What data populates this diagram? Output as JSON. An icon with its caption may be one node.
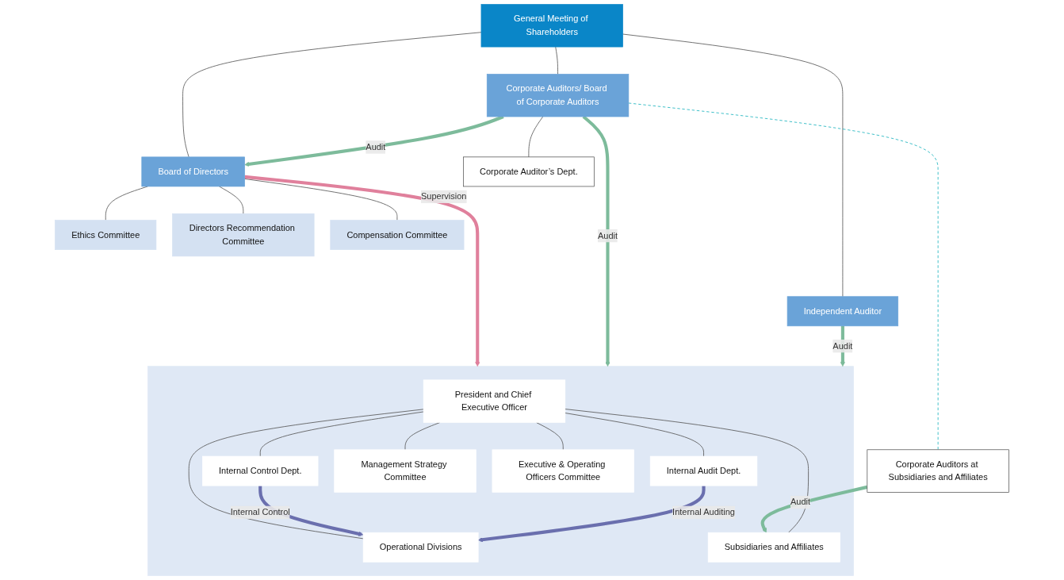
{
  "diagram": {
    "nodes": [
      {
        "text": [
          "General Meeting of Shareholders"
        ]
      },
      {
        "text": [
          "Ethics Committee"
        ]
      },
      {
        "text": [
          "Directors Recommendation Committee"
        ]
      },
      {
        "text": [
          "Compensation Committee"
        ]
      },
      {
        "text": [
          "Board of Directors"
        ]
      },
      {
        "text": [
          "Corporate Auditors/ Board of Corporate Auditors"
        ]
      },
      {
        "text": [
          "Corporate Auditor’s Dept."
        ]
      },
      {
        "text": [
          "Independent Auditor"
        ]
      },
      {
        "text": [],
        "shape": "box"
      },
      {
        "text": [
          "President and Chief Executive Officer"
        ],
        "in": 8
      },
      {
        "text": [
          "Internal Control Dept."
        ],
        "in": 8
      },
      {
        "text": [
          "Internal Audit Dept."
        ],
        "in": 8
      },
      {
        "text": [
          "Management Strategy Committee"
        ],
        "in": 8
      },
      {
        "text": [
          "Executive & Operating Officers Committee"
        ],
        "in": 8
      },
      {
        "text": [
          "Operational Divisions"
        ],
        "in": 8
      },
      {
        "text": [
          "Subsidiaries and Affiliates"
        ],
        "in": 8
      },
      {
        "text": [
          "Corporate Auditors at Subsidiaries and Affiliates"
        ]
      }
    ],
    "edges": [
      {
        "from": 0,
        "to": 4,
        "arrow": "none"
      },
      {
        "from": 0,
        "to": 5,
        "arrow": "none"
      },
      {
        "from": 0,
        "to": 7,
        "arrow": "none"
      },
      {
        "from": 4,
        "to": 1,
        "arrow": "none"
      },
      {
        "from": 4,
        "to": 2,
        "arrow": "none"
      },
      {
        "from": 4,
        "to": 3,
        "arrow": "none"
      },
      {
        "from": 5,
        "to": 4,
        "arrow": "to",
        "label": "Audit",
        "style": "thick",
        "color": "#7dbb9b"
      },
      {
        "from": 4,
        "to": 8,
        "arrow": "to",
        "label": "Supervision",
        "style": "thick",
        "color": "#e0809c"
      },
      {
        "from": 5,
        "to": 8,
        "arrow": "to",
        "label": "Audit",
        "style": "thick",
        "color": "#7dbb9b"
      },
      {
        "from": 5,
        "to": 6,
        "arrow": "none"
      },
      {
        "from": 7,
        "to": 8,
        "arrow": "to",
        "label": "Audit",
        "style": "thick",
        "color": "#7dbb9b"
      },
      {
        "from": 5,
        "to": 16,
        "arrow": "none",
        "style": "dashed",
        "color": "#1ab3bd"
      },
      {
        "from": 16,
        "to": 15,
        "arrow": "to",
        "label": "Audit",
        "style": "thick",
        "color": "#7dbb9b"
      },
      {
        "from": 9,
        "to": 10,
        "arrow": "none"
      },
      {
        "from": 9,
        "to": 11,
        "arrow": "none"
      },
      {
        "from": 9,
        "to": 12,
        "arrow": "none"
      },
      {
        "from": 9,
        "to": 13,
        "arrow": "none"
      },
      {
        "from": 9,
        "to": 14,
        "arrow": "none"
      },
      {
        "from": 9,
        "to": 15,
        "arrow": "none"
      },
      {
        "from": 10,
        "to": 14,
        "arrow": "to",
        "label": "Internal Control",
        "style": "thick",
        "color": "#6a6fae"
      },
      {
        "from": 11,
        "to": 14,
        "arrow": "to",
        "label": "Internal Auditing",
        "style": "thick",
        "color": "#6a6fae"
      }
    ]
  }
}
